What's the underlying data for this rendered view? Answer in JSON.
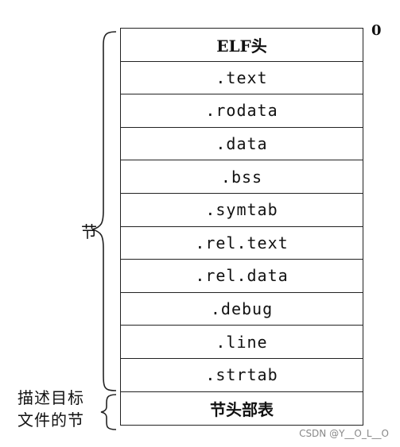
{
  "origin_label": "0",
  "sections": [
    {
      "label": "ELF头",
      "style": "cjk"
    },
    {
      "label": ".text",
      "style": "mono"
    },
    {
      "label": ".rodata",
      "style": "mono"
    },
    {
      "label": ".data",
      "style": "mono"
    },
    {
      "label": ".bss",
      "style": "mono"
    },
    {
      "label": ".symtab",
      "style": "mono"
    },
    {
      "label": ".rel.text",
      "style": "mono"
    },
    {
      "label": ".rel.data",
      "style": "mono"
    },
    {
      "label": ".debug",
      "style": "mono"
    },
    {
      "label": ".line",
      "style": "mono"
    },
    {
      "label": ".strtab",
      "style": "mono"
    },
    {
      "label": "节头部表",
      "style": "cjk"
    }
  ],
  "brace_labels": {
    "sections": "节",
    "section_header_line1": "描述目标",
    "section_header_line2": "文件的节"
  },
  "watermark": "CSDN @Y__O_L__O"
}
